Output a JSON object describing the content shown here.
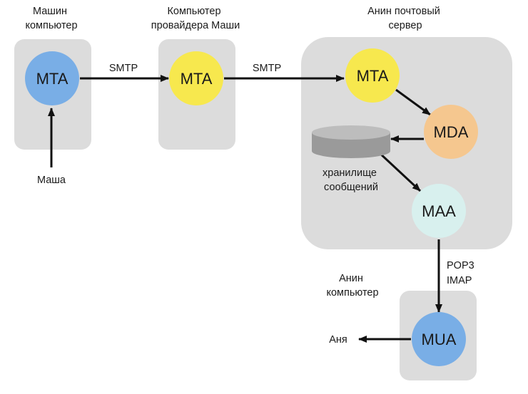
{
  "colors": {
    "box": "#dcdcdc",
    "mta": "#f7e84e",
    "mta_left": "#79aee6",
    "mda": "#f5c78f",
    "maa": "#d8f0ee",
    "mua": "#79aee6",
    "line": "#111111",
    "storage": "#9c9c9c"
  },
  "icons": {
    "storage": "cylinder-storage-icon"
  },
  "labels": {
    "masha_computer": [
      "Машин",
      "компьютер"
    ],
    "provider_computer": [
      "Компьютер",
      "провайдера Маши"
    ],
    "anya_server": [
      "Анин почтовый",
      "сервер"
    ],
    "anya_computer": [
      "Анин",
      "компьютер"
    ],
    "storage": [
      "хранилище",
      "сообщений"
    ],
    "masha": "Маша",
    "anya": "Аня"
  },
  "nodes": {
    "mta1": "MTA",
    "mta2": "MTA",
    "mta3": "MTA",
    "mda": "MDA",
    "maa": "MAA",
    "mua": "MUA"
  },
  "edges": {
    "smtp1": "SMTP",
    "smtp2": "SMTP",
    "pop3": "POP3",
    "imap": "IMAP"
  }
}
